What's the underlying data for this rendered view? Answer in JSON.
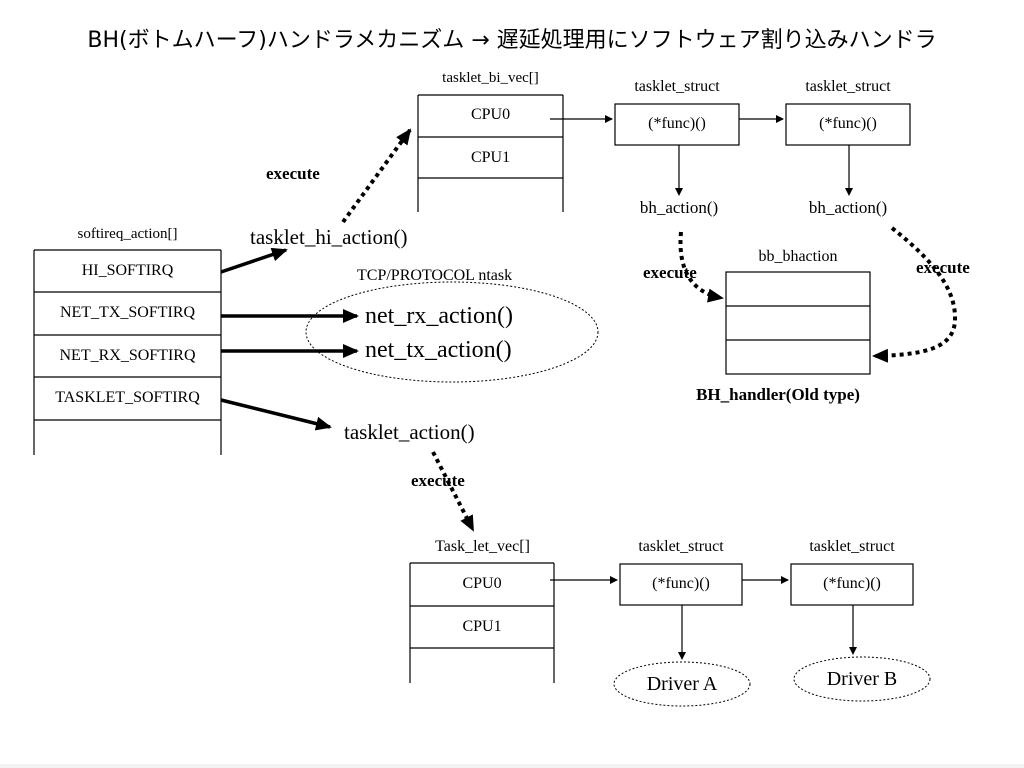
{
  "title": "BH(ボトムハーフ)ハンドラメカニズム → 遅延処理用にソフトウェア割り込みハンドラ",
  "softirq": {
    "header": "softireq_action[]",
    "rows": [
      "HI_SOFTIRQ",
      "NET_TX_SOFTIRQ",
      "NET_RX_SOFTIRQ",
      "TASKLET_SOFTIRQ"
    ]
  },
  "tasklet_bi_vec": {
    "header": "tasklet_bi_vec[]",
    "rows": [
      "CPU0",
      "CPU1"
    ]
  },
  "task_let_vec": {
    "header": "Task_let_vec[]",
    "rows": [
      "CPU0",
      "CPU1"
    ]
  },
  "tasklet_struct_label": "tasklet_struct",
  "func_label": "(*func)()",
  "bh_action_label": "bh_action()",
  "bb_bhaction": {
    "header": "bb_bhaction",
    "caption": "BH_handler(Old type)"
  },
  "actions": {
    "tasklet_hi_action": "tasklet_hi_action()",
    "net_rx_action": "net_rx_action()",
    "net_tx_action": "net_tx_action()",
    "tasklet_action": "tasklet_action()",
    "tcp_label": "TCP/PROTOCOL  ntask"
  },
  "execute_label": "execute",
  "drivers": [
    "Driver A",
    "Driver B"
  ]
}
